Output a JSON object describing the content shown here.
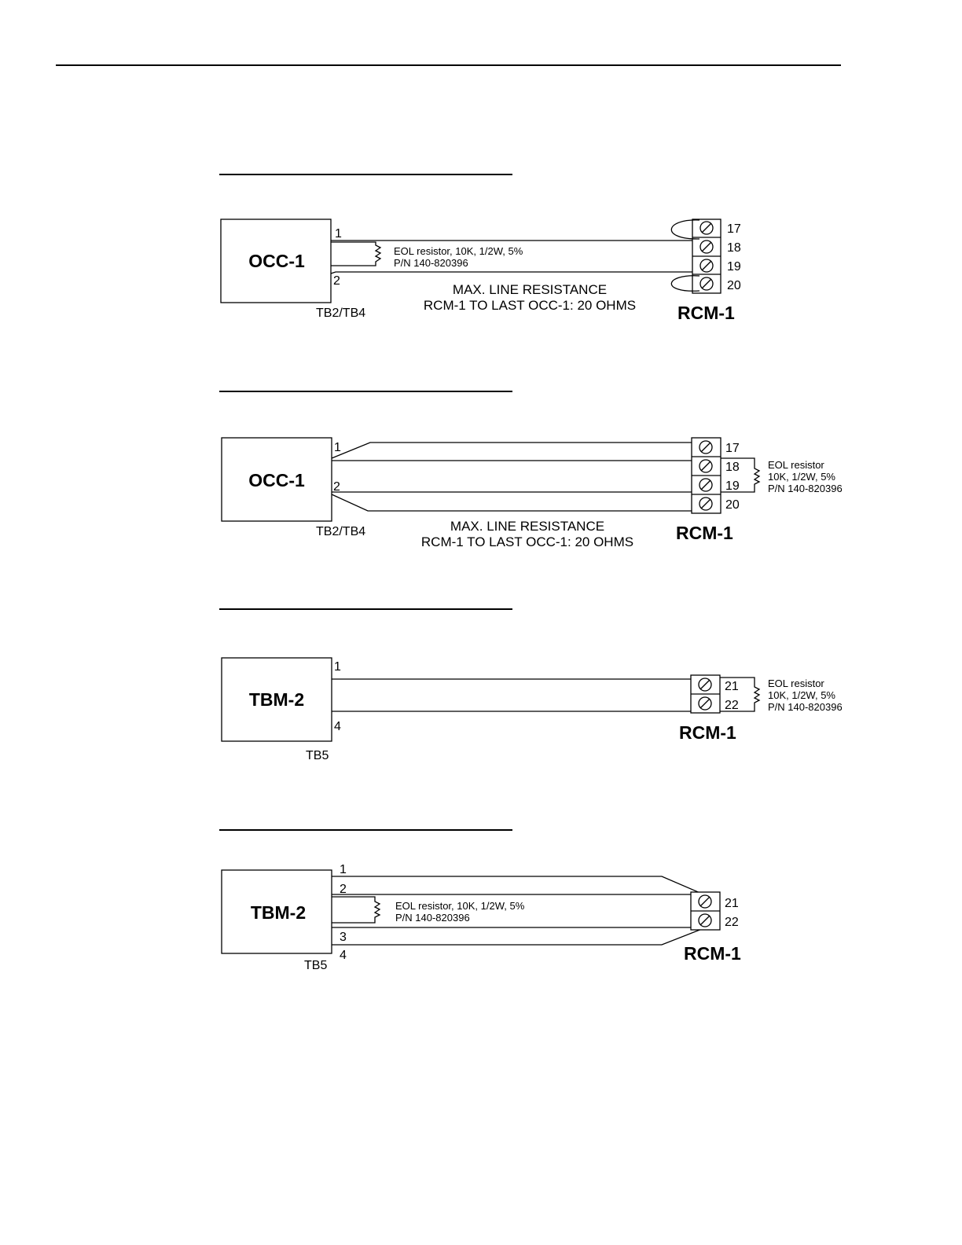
{
  "diagrams": [
    {
      "device": "OCC-1",
      "device_terminal_block": "TB2/TB4",
      "device_pins": [
        "1",
        "2"
      ],
      "resistor_note_line1": "EOL resistor, 10K, 1/2W, 5%",
      "resistor_note_line2": "P/N 140-820396",
      "resistance_line1": "MAX. LINE RESISTANCE",
      "resistance_line2": "RCM-1 TO LAST OCC-1: 20 OHMS",
      "rcm_label": "RCM-1",
      "rcm_terminals": [
        "17",
        "18",
        "19",
        "20"
      ]
    },
    {
      "device": "OCC-1",
      "device_terminal_block": "TB2/TB4",
      "device_pins": [
        "1",
        "2"
      ],
      "resistor_note_line1": "EOL resistor",
      "resistor_note_line2": "10K, 1/2W, 5%",
      "resistor_note_line3": "P/N 140-820396",
      "resistance_line1": "MAX. LINE RESISTANCE",
      "resistance_line2": "RCM-1 TO LAST OCC-1: 20 OHMS",
      "rcm_label": "RCM-1",
      "rcm_terminals": [
        "17",
        "18",
        "19",
        "20"
      ]
    },
    {
      "device": "TBM-2",
      "device_terminal_block": "TB5",
      "device_pins": [
        "1",
        "4"
      ],
      "resistor_note_line1": "EOL resistor",
      "resistor_note_line2": "10K, 1/2W, 5%",
      "resistor_note_line3": "P/N 140-820396",
      "rcm_label": "RCM-1",
      "rcm_terminals": [
        "21",
        "22"
      ]
    },
    {
      "device": "TBM-2",
      "device_terminal_block": "TB5",
      "device_pins": [
        "1",
        "2",
        "3",
        "4"
      ],
      "resistor_note_line1": "EOL resistor, 10K, 1/2W, 5%",
      "resistor_note_line2": "P/N 140-820396",
      "rcm_label": "RCM-1",
      "rcm_terminals": [
        "21",
        "22"
      ]
    }
  ]
}
